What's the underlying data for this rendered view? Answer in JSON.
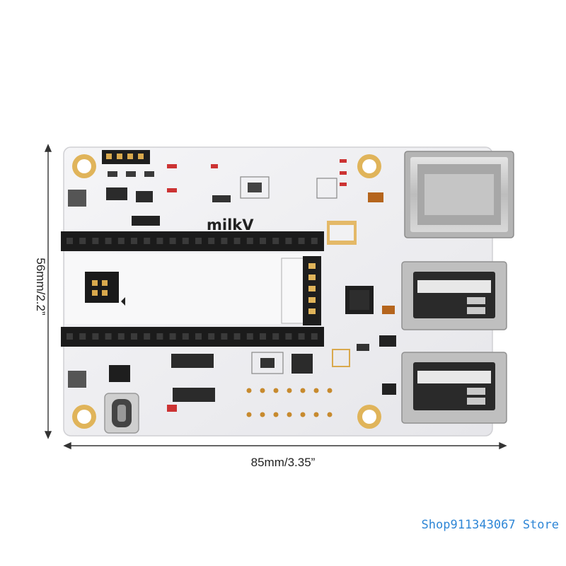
{
  "product": {
    "brand_logo": "milkV",
    "board_color": "#f1f1f3",
    "header_color": "#1e1e1e",
    "metal_color": "#c9c9c9",
    "pad_color": "#d7a64a"
  },
  "dimensions": {
    "width_label": "85mm/3.35”",
    "height_label": "56mm/2.2”"
  },
  "watermark": {
    "text": "Shop911343067 Store",
    "color": "#2e86d6"
  }
}
